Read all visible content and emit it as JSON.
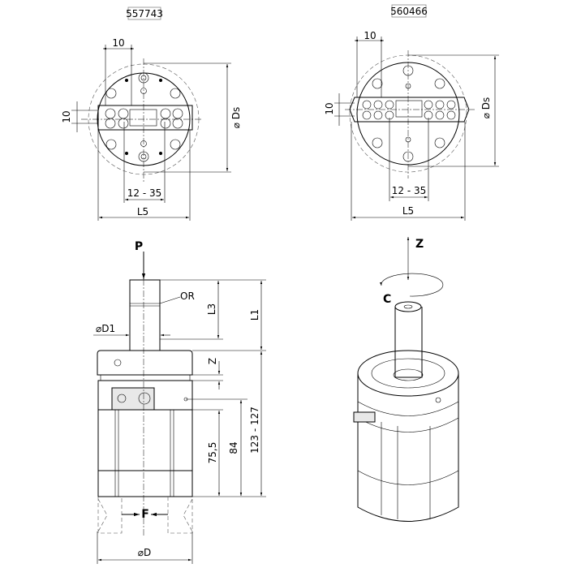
{
  "views": {
    "top_left": {
      "part_number": "557743",
      "dim_width": "10",
      "dim_height": "10",
      "dim_diameter": "⌀ Ds",
      "dim_stroke": "12 - 35",
      "dim_length": "L5"
    },
    "top_right": {
      "part_number": "560466",
      "dim_width": "10",
      "dim_height": "10",
      "dim_diameter": "⌀ Ds",
      "dim_stroke": "12 - 35",
      "dim_length": "L5"
    },
    "side": {
      "force": "P",
      "oring": "OR",
      "stem_diameter": "⌀D1",
      "l3": "L3",
      "l1": "L1",
      "z": "Z",
      "d755": "75,5",
      "d84": "84",
      "height": "123 - 127",
      "grip_force": "F",
      "diameter": "⌀D"
    },
    "iso": {
      "axis_z": "Z",
      "rotation_c": "C"
    }
  }
}
